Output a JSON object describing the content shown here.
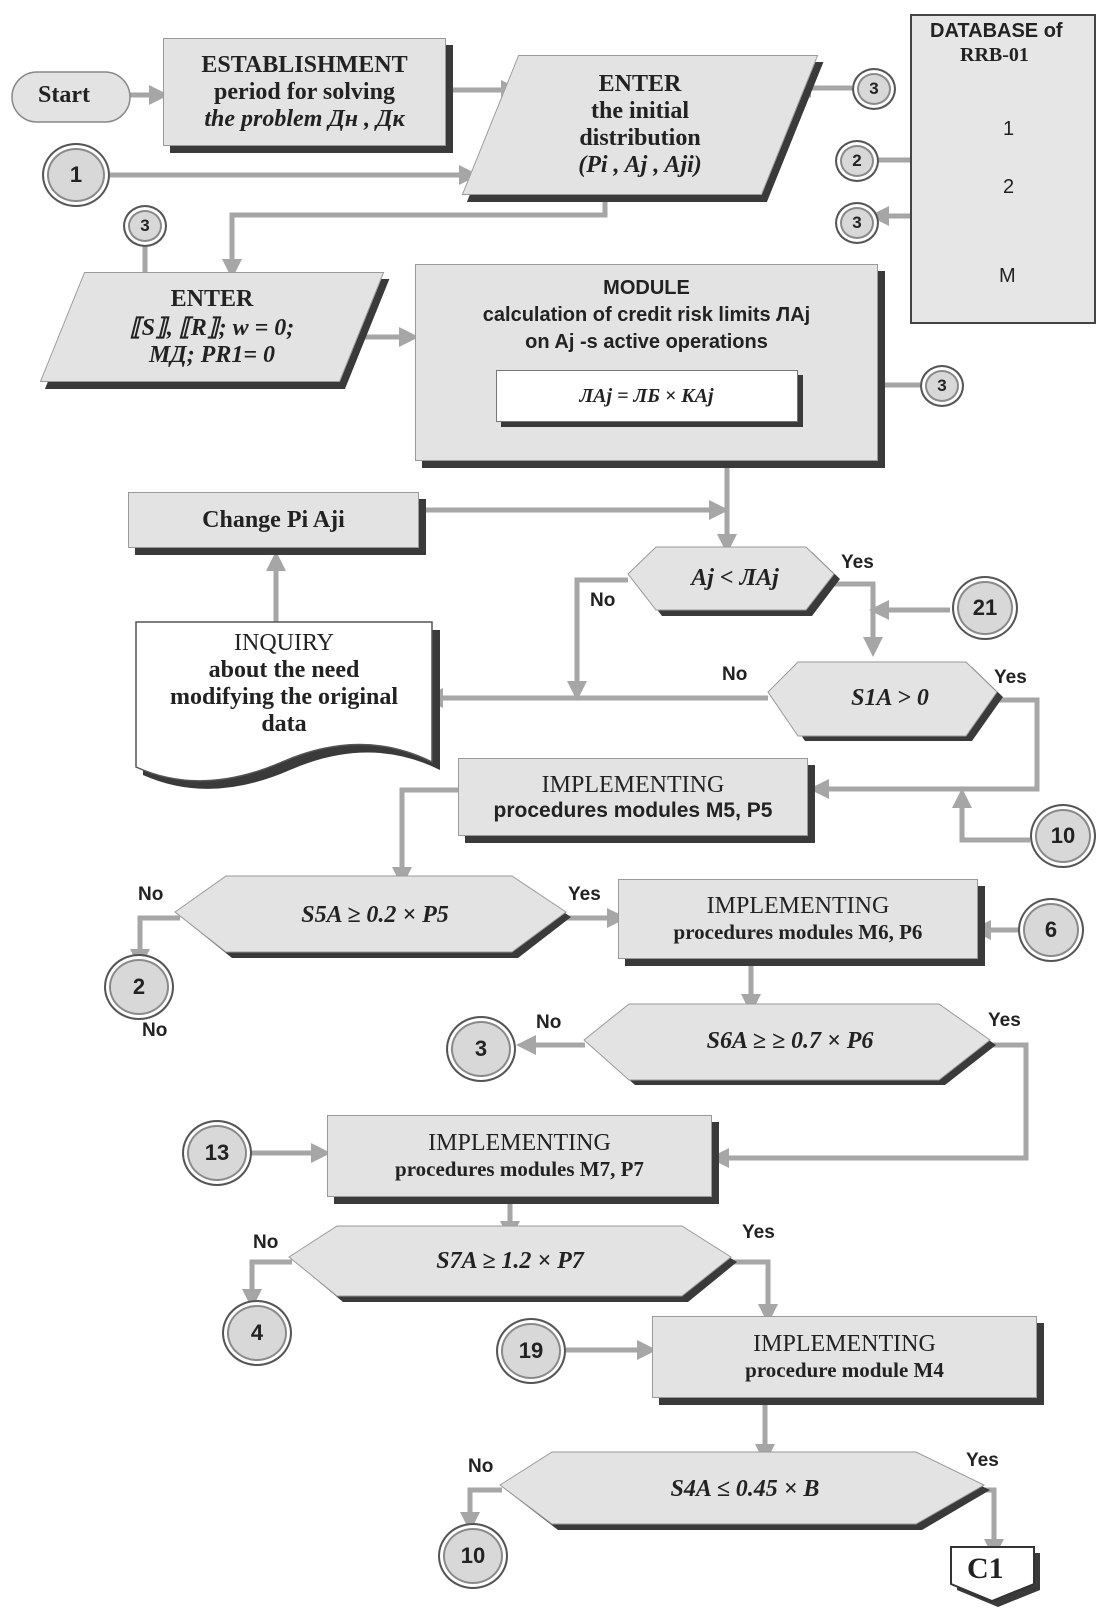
{
  "colors": {
    "fill": "#e3e3e3",
    "shadow": "#3a3a3a",
    "arrow": "#a6a6a6",
    "border": "#555555"
  },
  "start": "Start",
  "establishment": {
    "title": "ESTABLISHMENT",
    "line2": "period for solving",
    "line3": "the problem Дн , Дк"
  },
  "enter1": {
    "title": "ENTER",
    "line2": "the initial",
    "line3": "distribution",
    "line4": "(Pi , Aj , Aji)"
  },
  "database": {
    "title": "DATABASE of",
    "subtitle": "RRB-01",
    "cyl1": "1",
    "cyl2": "2",
    "cylM": "M"
  },
  "enter2": {
    "title": "ENTER",
    "line2": "⟦S⟧, ⟦R⟧; w = 0;",
    "line3": "MД; PR1= 0"
  },
  "module": {
    "title": "MODULE",
    "line2": "calculation of credit risk limits ЛAj",
    "line3": "on Aj -s active operations",
    "formula": "ЛAj = ЛБ × KAj"
  },
  "change": "Change Pi Aji",
  "inquiry": {
    "title": "INQUIRY",
    "line2": "about the need",
    "line3": "modifying the original",
    "line4": "data"
  },
  "decisions": {
    "d1": "Aj < ЛAj",
    "d2": "S1A > 0",
    "d5": "S5A  ≥ 0.2 × P5",
    "d6": "S6A  ≥ ≥ 0.7 × P6",
    "d7": "S7A  ≥ 1.2 × P7",
    "d4": "S4A ≤  0.45 × B"
  },
  "impl5": {
    "title": "IMPLEMENTING",
    "line2": "procedures modules M5, P5"
  },
  "impl6": {
    "title": "IMPLEMENTING",
    "line2": "procedures modules M6, P6"
  },
  "impl7": {
    "title": "IMPLEMENTING",
    "line2": "procedures modules M7, P7"
  },
  "impl4": {
    "title": "IMPLEMENTING",
    "line2": "procedure module M4"
  },
  "yes": "Yes",
  "no": "No",
  "connectors": {
    "c1a": "1",
    "c3a": "3",
    "c3b": "3",
    "c3c": "3",
    "c3d": "3",
    "c2a": "2",
    "c21": "21",
    "c10a": "10",
    "c6": "6",
    "c2b": "2",
    "c3e": "3",
    "c13": "13",
    "c4": "4",
    "c19": "19",
    "c10b": "10"
  },
  "offpage": "C1"
}
